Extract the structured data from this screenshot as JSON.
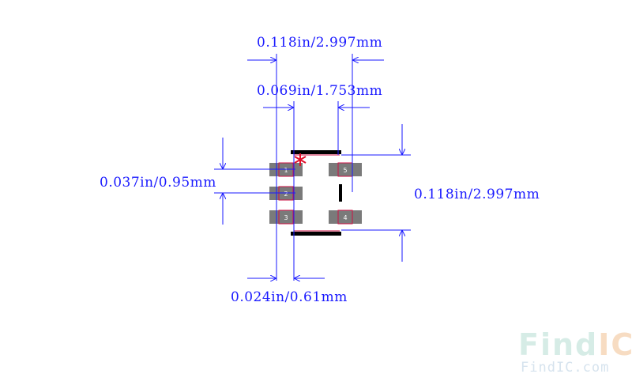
{
  "dimensions": {
    "top_overall_width": "0.118in/2.997mm",
    "top_inner_width": "0.069in/1.753mm",
    "pitch": "0.037in/0.95mm",
    "overall_height": "0.118in/2.997mm",
    "pad_width": "0.024in/0.61mm"
  },
  "pins": [
    "1",
    "2",
    "3",
    "4",
    "5"
  ],
  "watermark": {
    "logo_main": "Find",
    "logo_accent": "IC",
    "url": "FindIC.com"
  },
  "colors": {
    "dimension": "#1a1aff",
    "pad_fill": "#7a7a7a",
    "pad_outline": "#cc1144",
    "silkscreen": "#000000",
    "pin1_marker": "#e0102a"
  }
}
